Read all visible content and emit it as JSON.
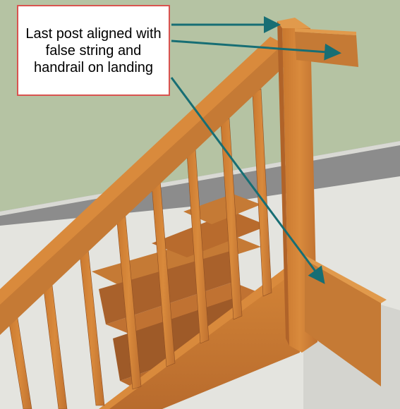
{
  "callout": {
    "lines": [
      "Last post aligned with",
      "false string and",
      "handrail on landing"
    ]
  },
  "colors": {
    "wall": "#b5c3a3",
    "floor": "#e4e4df",
    "landing_wall": "#8c8c8c",
    "wood_light": "#d98a3c",
    "wood_mid": "#c57a35",
    "wood_dark": "#a9612b",
    "arrow": "#176e74",
    "callout_border": "#d9534f"
  },
  "icons": [
    "arrow-icon"
  ]
}
